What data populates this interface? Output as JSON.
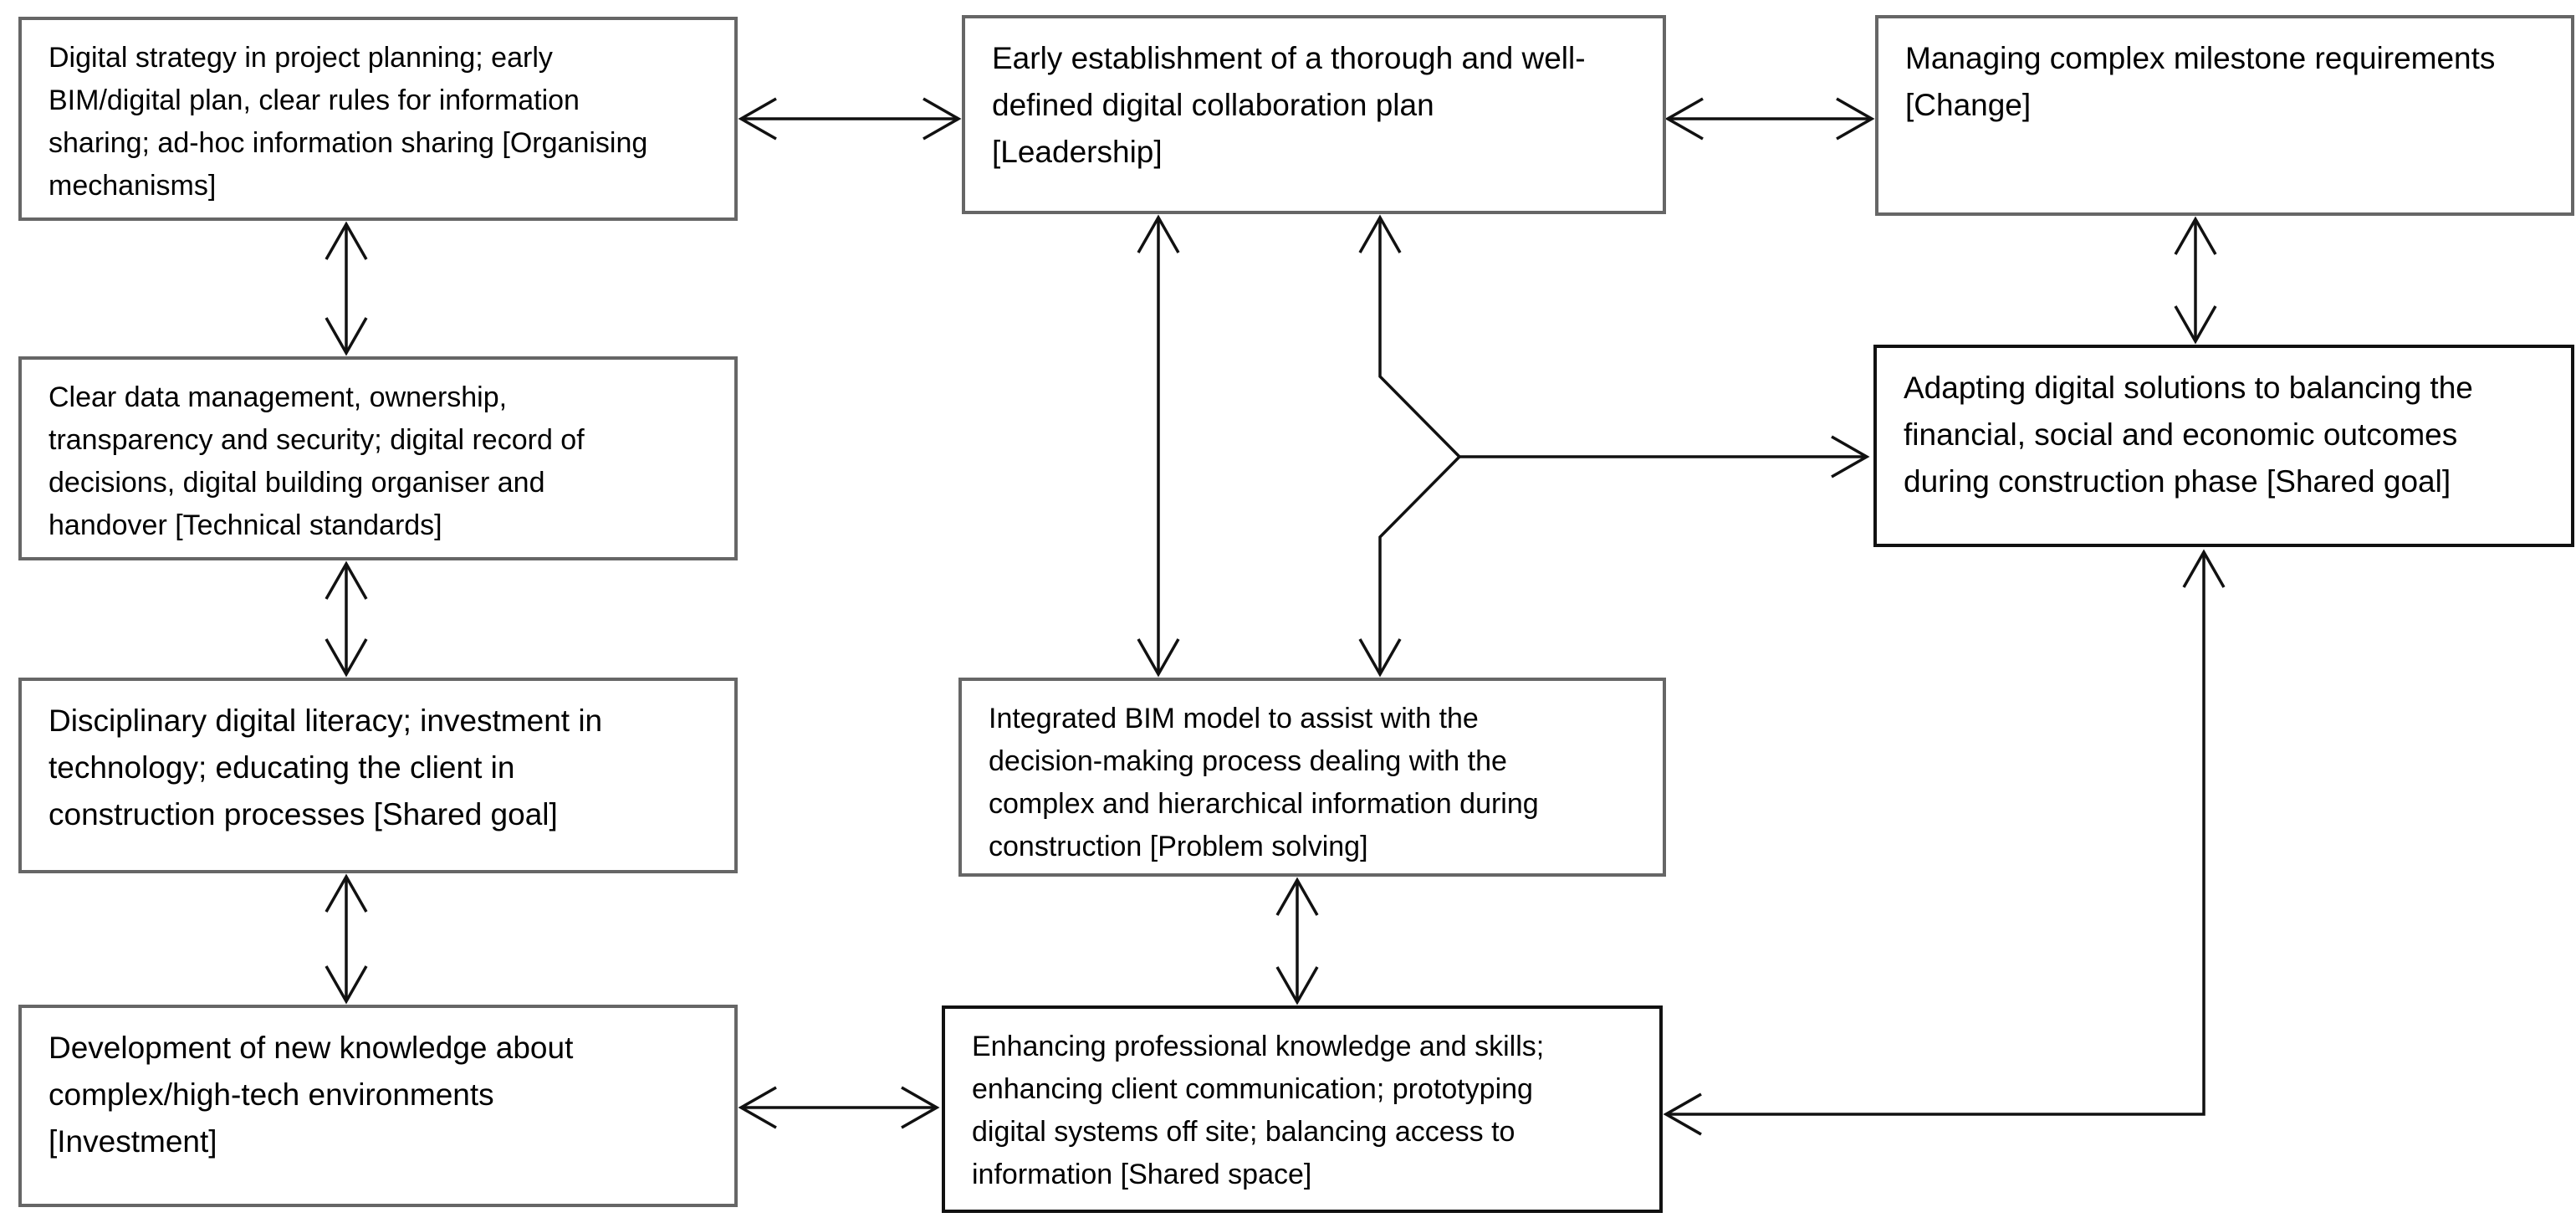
{
  "figure": {
    "background": "#ffffff",
    "line_color": "#111111",
    "border_color_default": "#666666",
    "border_color_emphasis": "#111111"
  },
  "nodes": {
    "organising_mechanisms": {
      "label": "Digital strategy in project planning; early\nBIM/digital plan, clear rules for information\nsharing; ad-hoc information sharing [Organising\nmechanisms]"
    },
    "leadership": {
      "label": "Early establishment of a thorough and well-\ndefined digital collaboration plan\n[Leadership]"
    },
    "change": {
      "label": "Managing complex milestone requirements\n[Change]"
    },
    "technical_standards": {
      "label": "Clear data management, ownership,\ntransparency and security; digital record of\ndecisions, digital building organiser and\nhandover [Technical standards]"
    },
    "shared_goal_adapting": {
      "label": "Adapting digital solutions to balancing the\nfinancial, social and economic outcomes\nduring construction phase [Shared goal]"
    },
    "shared_goal_literacy": {
      "label": "Disciplinary digital literacy; investment in\ntechnology; educating the client in\nconstruction processes [Shared goal]"
    },
    "problem_solving": {
      "label": "Integrated BIM model to assist with the\ndecision-making process dealing with the\ncomplex and hierarchical information during\nconstruction [Problem solving]"
    },
    "investment": {
      "label": "Development of new knowledge about\ncomplex/high-tech environments\n[Investment]"
    },
    "shared_space": {
      "label": "Enhancing professional knowledge and skills;\nenhancing client communication; prototyping\ndigital systems off site; balancing access to\ninformation [Shared space]"
    }
  },
  "edges": [
    {
      "from": "organising_mechanisms",
      "to": "leadership",
      "type": "bidirectional"
    },
    {
      "from": "leadership",
      "to": "change",
      "type": "bidirectional"
    },
    {
      "from": "organising_mechanisms",
      "to": "technical_standards",
      "type": "bidirectional"
    },
    {
      "from": "technical_standards",
      "to": "shared_goal_literacy",
      "type": "bidirectional"
    },
    {
      "from": "shared_goal_literacy",
      "to": "investment",
      "type": "bidirectional"
    },
    {
      "from": "change",
      "to": "shared_goal_adapting",
      "type": "bidirectional"
    },
    {
      "from": "leadership",
      "to": "problem_solving",
      "type": "bidirectional"
    },
    {
      "from": "leadership",
      "to": "problem_solving",
      "type": "bidirectional-with-branch",
      "branch_to": "shared_goal_adapting",
      "branch_type": "directed"
    },
    {
      "from": "problem_solving",
      "to": "shared_space",
      "type": "bidirectional"
    },
    {
      "from": "investment",
      "to": "shared_space",
      "type": "bidirectional"
    },
    {
      "from": "shared_space",
      "to": "shared_goal_adapting",
      "type": "bidirectional"
    }
  ]
}
